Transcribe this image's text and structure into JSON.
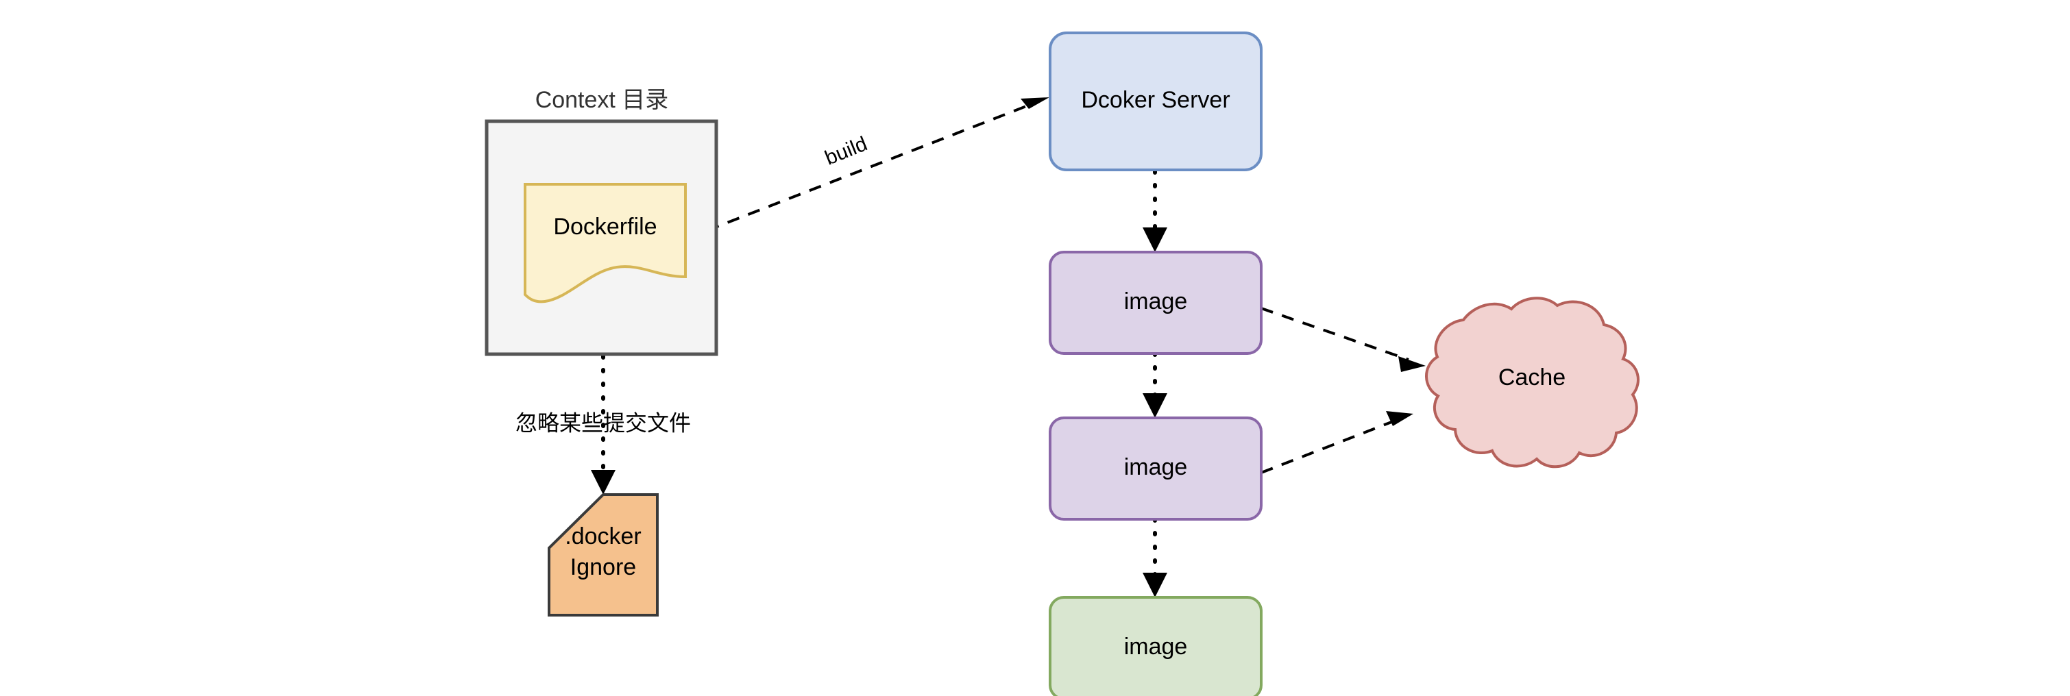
{
  "diagram": {
    "title": "Docker build flow",
    "background": "#ffffff",
    "nodes": {
      "context_title": {
        "label": "Context 目录",
        "color": "#333333",
        "font_size": 34
      },
      "context_box": {
        "label": "",
        "fill": "#f4f4f4",
        "stroke": "#555555"
      },
      "dockerfile": {
        "label": "Dockerfile",
        "fill": "#fcf2d0",
        "stroke": "#d6b656",
        "font_size": 34
      },
      "dockerignore": {
        "label_line1": ".docker",
        "label_line2": "Ignore",
        "fill": "#f5c18d",
        "stroke": "#3a3a3a",
        "font_size": 34
      },
      "docker_server": {
        "label": "Dcoker Server",
        "fill": "#dae3f3",
        "stroke": "#6b8ec4",
        "font_size": 34
      },
      "image_1": {
        "label": "image",
        "fill": "#ddd3e8",
        "stroke": "#8a67a8",
        "font_size": 34
      },
      "image_2": {
        "label": "image",
        "fill": "#ddd3e8",
        "stroke": "#8a67a8",
        "font_size": 34
      },
      "image_3": {
        "label": "image",
        "fill": "#d9e6d0",
        "stroke": "#83a95f",
        "font_size": 34
      },
      "cache": {
        "label": "Cache",
        "fill": "#f2d2d0",
        "stroke": "#b5605a",
        "font_size": 34
      }
    },
    "edges": {
      "build": {
        "label": "build",
        "from": "dockerfile",
        "to": "docker_server",
        "style": "dashed",
        "font_size": 30,
        "rotation": -22
      },
      "ignore": {
        "label": "忽略某些提交文件",
        "from": "context_box",
        "to": "dockerignore",
        "style": "dotted",
        "font_size": 32
      },
      "server_to_image1": {
        "label": "",
        "from": "docker_server",
        "to": "image_1",
        "style": "dotted"
      },
      "image1_to_image2": {
        "label": "",
        "from": "image_1",
        "to": "image_2",
        "style": "dotted"
      },
      "image2_to_image3": {
        "label": "",
        "from": "image_2",
        "to": "image_3",
        "style": "dotted"
      },
      "image1_to_cache": {
        "label": "",
        "from": "image_1",
        "to": "cache",
        "style": "dashed"
      },
      "image2_to_cache": {
        "label": "",
        "from": "image_2",
        "to": "cache",
        "style": "dashed"
      }
    }
  }
}
